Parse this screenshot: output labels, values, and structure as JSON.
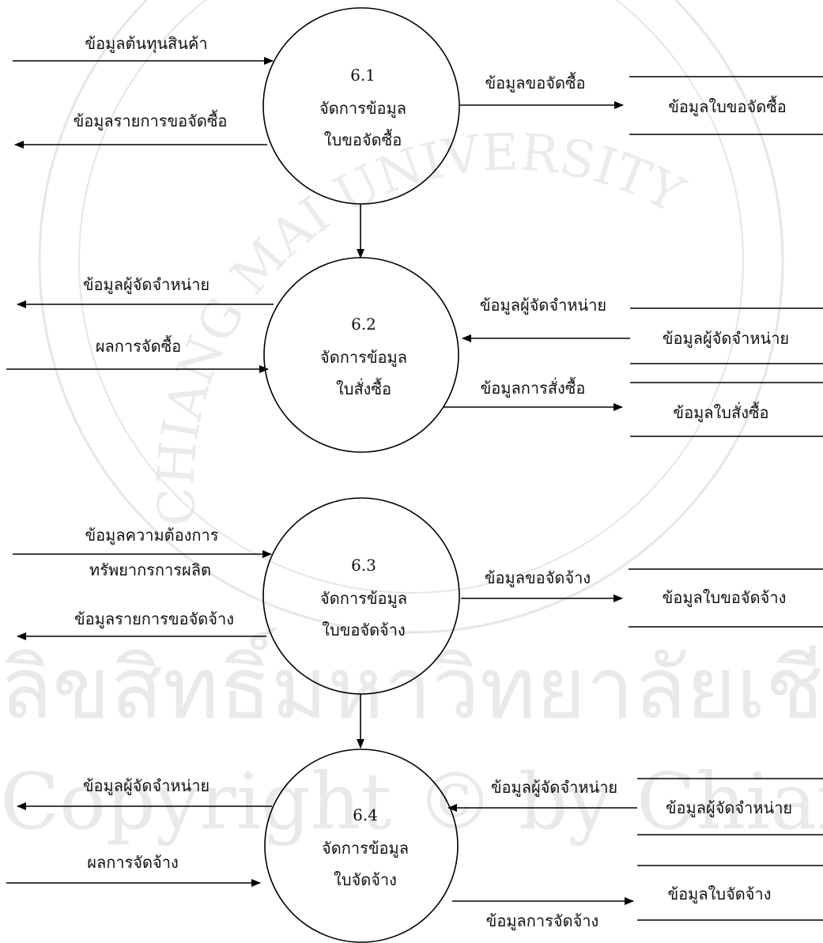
{
  "processes": [
    {
      "id": "6.1",
      "line1": "จัดการข้อมูล",
      "line2": "ใบขอจัดซื้อ"
    },
    {
      "id": "6.2",
      "line1": "จัดการข้อมูล",
      "line2": "ใบสั่งซื้อ"
    },
    {
      "id": "6.3",
      "line1": "จัดการข้อมูล",
      "line2": "ใบขอจัดจ้าง"
    },
    {
      "id": "6.4",
      "line1": "จัดการข้อมูล",
      "line2": "ใบจัดจ้าง"
    }
  ],
  "stores": {
    "s1": "ข้อมูลใบขอจัดซื้อ",
    "s2a": "ข้อมูลผู้จัดจำหน่าย",
    "s2b": "ข้อมูลใบสั่งซื้อ",
    "s3": "ข้อมูลใบขอจัดจ้าง",
    "s4a": "ข้อมูลผู้จัดจำหน่าย",
    "s4b": "ข้อมูลใบจัดจ้าง"
  },
  "flows": {
    "p1_in": "ข้อมูลต้นทุนสินค้า",
    "p1_out": "ข้อมูลรายการขอจัดซื้อ",
    "p1_store": "ข้อมูลขอจัดซื้อ",
    "p2_out": "ข้อมูลผู้จัดจำหน่าย",
    "p2_in": "ผลการจัดซื้อ",
    "p2_store_in": "ข้อมูลผู้จัดจำหน่าย",
    "p2_store_out": "ข้อมูลการสั่งซื้อ",
    "p3_in_1": "ข้อมูลความต้องการ",
    "p3_in_2": "ทรัพยากรการผลิต",
    "p3_out": "ข้อมูลรายการขอจัดจ้าง",
    "p3_store": "ข้อมูลขอจัดจ้าง",
    "p4_out": "ข้อมูลผู้จัดจำหน่าย",
    "p4_in": "ผลการจัดจ้าง",
    "p4_store_in": "ข้อมูลผู้จัดจำหน่าย",
    "p4_store_out": "ข้อมูลการจัดจ้าง"
  },
  "watermark": {
    "line1": "ลิขสิทธิ์มหาวิทยาลัยเชียงใหม่",
    "line2": "Copyright © by Chiang Mai University",
    "arc": "CHIANG MAI UNIVERSITY"
  }
}
